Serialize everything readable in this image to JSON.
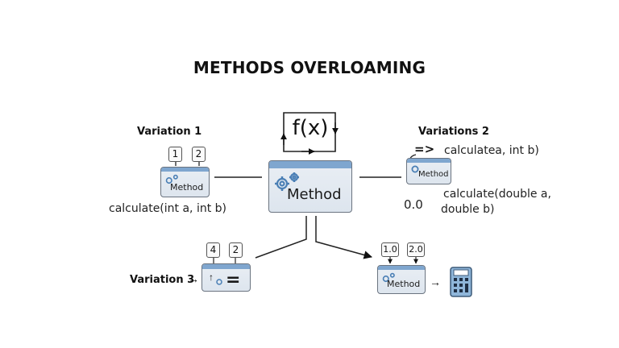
{
  "title": "METHODS OVERLOAMING",
  "center": {
    "function_label": "f(x)",
    "method_label": "Method"
  },
  "variation1": {
    "heading": "Variation 1",
    "params": [
      "1",
      "2"
    ],
    "method_label": "Method",
    "signature": "calculate(int a, int b)"
  },
  "variation2": {
    "heading": "Variations 2",
    "prefix_symbol": "=>",
    "signature_top": "calculatea, int b)",
    "method_label": "Method",
    "return_value": "0.0",
    "signature_bottom_line1": "calculate(double a,",
    "signature_bottom_line2": "double b)"
  },
  "variation3": {
    "heading": "Variation 3",
    "arrow": "→",
    "params": [
      "4",
      "2"
    ],
    "result_symbol": "="
  },
  "variation4": {
    "params": [
      "1.0",
      "2.0"
    ],
    "method_label": "Method",
    "arrow": "→",
    "result_icon": "calculator-icon"
  },
  "colors": {
    "box_header": "#7fa6cf",
    "box_fill": "#e4eaf1",
    "gear": "#4a7fb5",
    "calculator": "#8fb6da"
  }
}
